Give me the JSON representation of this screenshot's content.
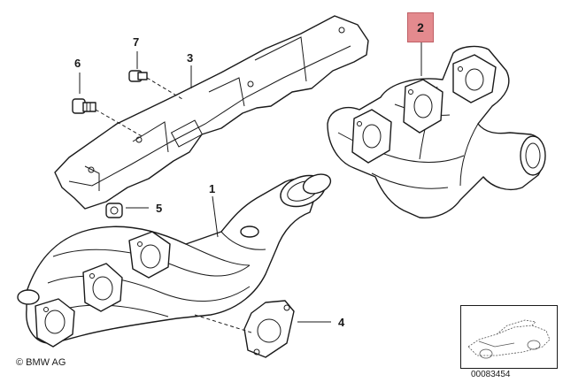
{
  "diagram": {
    "callouts": [
      {
        "id": "1",
        "label": "1"
      },
      {
        "id": "2",
        "label": "2"
      },
      {
        "id": "3",
        "label": "3"
      },
      {
        "id": "4",
        "label": "4"
      },
      {
        "id": "5",
        "label": "5"
      },
      {
        "id": "6",
        "label": "6"
      },
      {
        "id": "7",
        "label": "7"
      }
    ],
    "highlighted_callout": "2",
    "highlight_color": "#e38a8e"
  },
  "footer": {
    "copyright": "© BMW AG",
    "diagram_number": "00083454"
  }
}
